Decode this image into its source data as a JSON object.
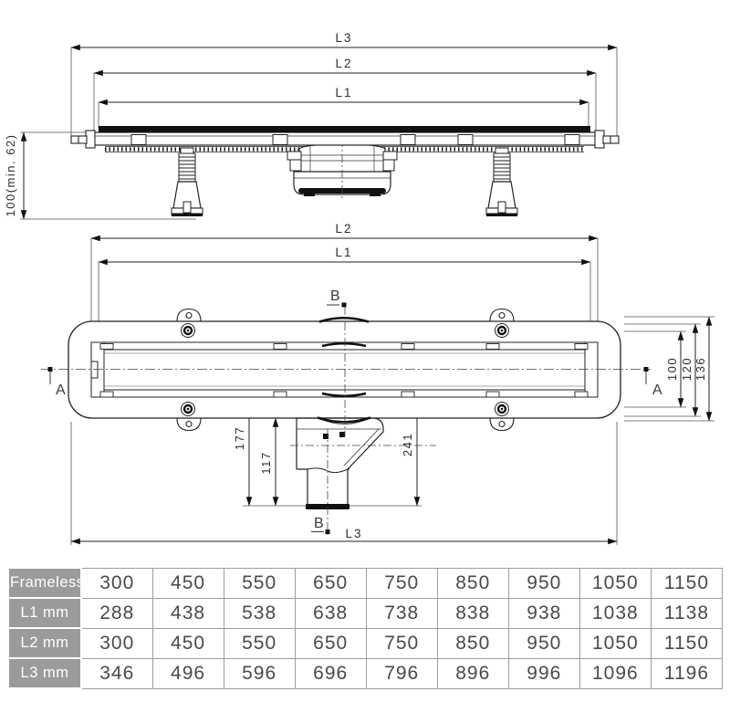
{
  "drawing": {
    "side_view": {
      "dim_l3": "L3",
      "dim_l2": "L2",
      "dim_l1": "L1",
      "dim_install_height": "100(min. 62)"
    },
    "plan_view": {
      "dim_l2": "L2",
      "dim_l1": "L1",
      "dim_l3": "L3",
      "dim_inner_width": "100",
      "dim_mid_width": "120",
      "dim_outer_width": "136",
      "dim_axis_to_outlet": "177",
      "dim_body_to_outlet": "117",
      "dim_edge_to_outlet": "241",
      "section_a_left": "A",
      "section_a_right": "A",
      "section_b_top": "B",
      "section_b_bottom": "B"
    }
  },
  "table": {
    "rows": [
      {
        "label": "Frameless",
        "values": [
          "300",
          "450",
          "550",
          "650",
          "750",
          "850",
          "950",
          "1050",
          "1150"
        ]
      },
      {
        "label": "L1 mm",
        "values": [
          "288",
          "438",
          "538",
          "638",
          "738",
          "838",
          "938",
          "1038",
          "1138"
        ]
      },
      {
        "label": "L2 mm",
        "values": [
          "300",
          "450",
          "550",
          "650",
          "750",
          "850",
          "950",
          "1050",
          "1150"
        ]
      },
      {
        "label": "L3 mm",
        "values": [
          "346",
          "496",
          "596",
          "696",
          "796",
          "896",
          "996",
          "1096",
          "1196"
        ]
      }
    ]
  },
  "colors": {
    "line": "#1f1f1f",
    "table_header_bg": "#9b9b9b",
    "table_header_text": "#ffffff",
    "table_value_text": "#4a4a4a",
    "table_grid": "#9e9e9e",
    "background": "#ffffff"
  }
}
